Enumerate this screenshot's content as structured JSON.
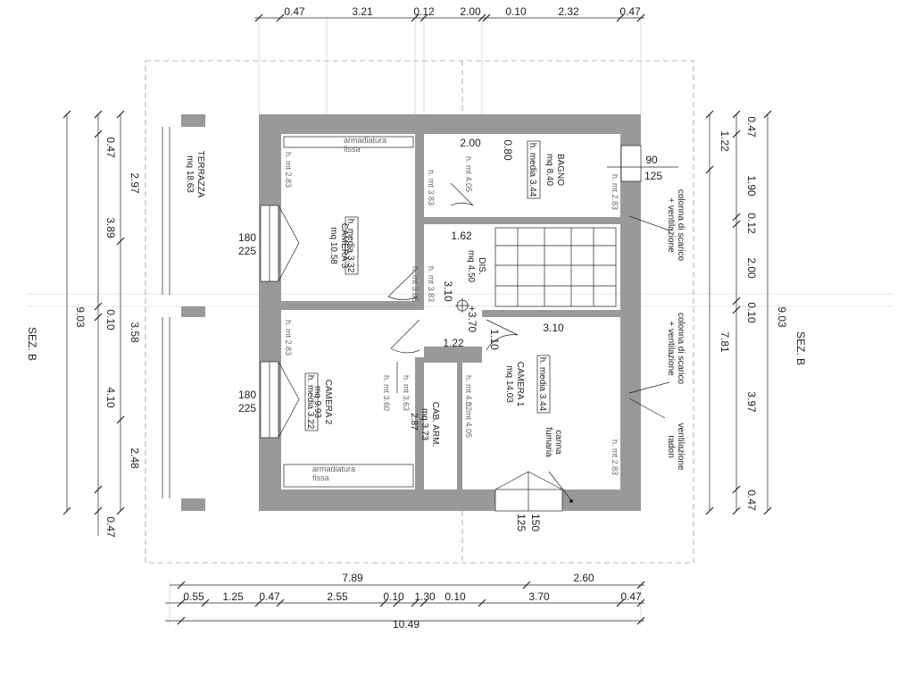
{
  "dims_top": [
    "0.47",
    "3.21",
    "0.12",
    "2.00",
    "0.10",
    "2.32",
    "0.47"
  ],
  "dims_bottom_totals": [
    "7.89",
    "2.60"
  ],
  "dims_bottom": [
    "0.55",
    "1.25",
    "0.47",
    "2.55",
    "0.10",
    "1.30",
    "0.10",
    "3.70",
    "0.47"
  ],
  "dim_bottom_total": "10.49",
  "dims_left_outer": [
    "0.47",
    "3.89",
    "0.10",
    "4.10",
    "0.47"
  ],
  "dims_left_inner": [
    "2.97",
    "3.58",
    "2.48"
  ],
  "dim_left_total": "9.03",
  "dims_right_inner": [
    "0.47",
    "1.90",
    "0.12",
    "2.00",
    "0.10",
    "3.97",
    "0.47"
  ],
  "dim_right_mid": "1.22",
  "dim_right_mid2": "7.81",
  "dim_right_total": "9.03",
  "section_label": "SEZ. B",
  "rooms": {
    "terrazza": {
      "name": "TERRAZZA",
      "area": "mq 18.63"
    },
    "camera3": {
      "name": "CAMERA 3",
      "area": "mq 10.58",
      "media": "h. media 3.32"
    },
    "camera2": {
      "name": "CAMERA 2",
      "area": "mq 9.93",
      "media": "h. media 3.22"
    },
    "bagno": {
      "name": "BAGNO",
      "area": "mq 8.40",
      "media": "h. media 3.44"
    },
    "dis": {
      "name": "DIS.",
      "area": "mq 4.50"
    },
    "camera1": {
      "name": "CAMERA 1",
      "area": "mq 14.03",
      "media": "h. media 3.44"
    },
    "cab": {
      "name": "CAB. ARM.",
      "area": "mq 3.73",
      "width": "2.87"
    }
  },
  "heights": {
    "c3_left": "h. mt 2.83",
    "c3_right": "h. mt 3.86",
    "c3_right2": "h. mt 3.83",
    "c2_left": "h. mt 2.83",
    "c2_right": "h. mt 3.60",
    "bagno_a": "h. mt 4.05",
    "bagno_b": "h. mt 3.83",
    "bagno_c": "h. mt 2.83",
    "cab_a": "h. mt 3.63",
    "cab_b": "h. mt 4.02",
    "cab_c": "h. mt 4.05",
    "c1_right": "h. mt 2.83"
  },
  "misc_dims": {
    "bagno_w": "2.00",
    "bagno_d": "0.80",
    "dis_w": "1.62",
    "dis_h": "3.10",
    "dis_w2": "1.22",
    "c1_w": "3.10",
    "c1_h": "1.10",
    "level": "+3.70"
  },
  "windows": {
    "bagno": [
      "90",
      "125"
    ],
    "c3": [
      "180",
      "225"
    ],
    "c2": [
      "180",
      "225"
    ],
    "c1": [
      "150",
      "125"
    ]
  },
  "notes": {
    "scarico1": "colonna di scarico\n+ ventilazione",
    "scarico2": "colonna di scarico\n+ ventilazione",
    "radon": "ventilazione\nradon",
    "canna": "canna\nfumaria",
    "armadiatura1": "armadiatura\nfissa",
    "armadiatura2": "armadiatura\nfissa"
  }
}
